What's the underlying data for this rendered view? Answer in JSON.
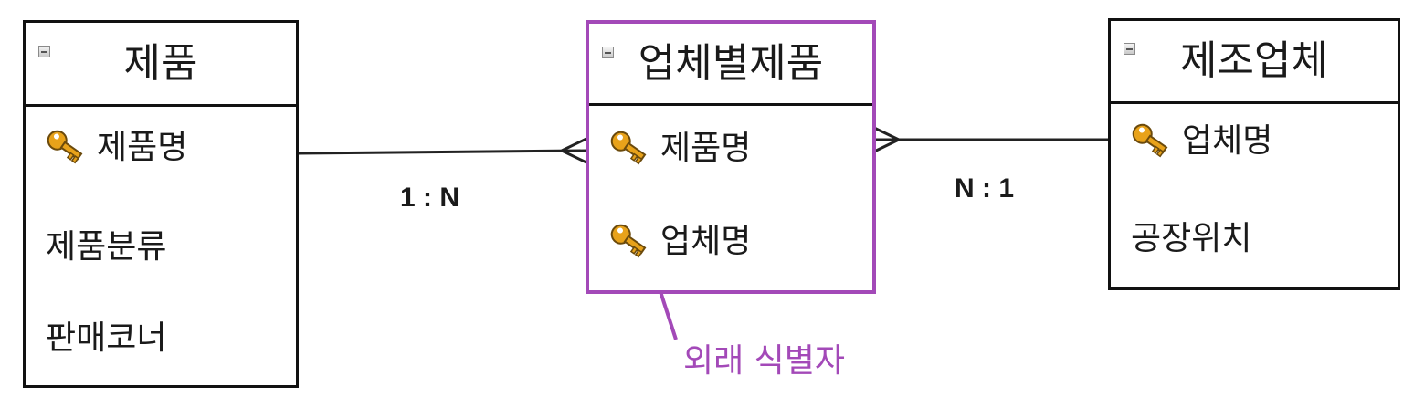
{
  "entities": {
    "product": {
      "title": "제품",
      "attributes": [
        {
          "name": "제품명",
          "is_key": true
        },
        {
          "name": "제품분류",
          "is_key": false
        },
        {
          "name": "판매코너",
          "is_key": false
        }
      ]
    },
    "vendor_product": {
      "title": "업체별제품",
      "attributes": [
        {
          "name": "제품명",
          "is_key": true
        },
        {
          "name": "업체명",
          "is_key": true
        }
      ]
    },
    "manufacturer": {
      "title": "제조업체",
      "attributes": [
        {
          "name": "업체명",
          "is_key": true
        },
        {
          "name": "공장위치",
          "is_key": false
        }
      ]
    }
  },
  "relationships": [
    {
      "from": "제품",
      "to": "업체별제품",
      "cardinality": "1 : N"
    },
    {
      "from": "업체별제품",
      "to": "제조업체",
      "cardinality": "N : 1"
    }
  ],
  "annotation": {
    "text": "외래 식별자",
    "color": "#a349b8"
  },
  "colors": {
    "highlight_border": "#a349b8",
    "key_icon": "#e8a21a",
    "line": "#222222"
  },
  "icons": {
    "collapse": "minus-box-icon",
    "key": "key-icon"
  }
}
